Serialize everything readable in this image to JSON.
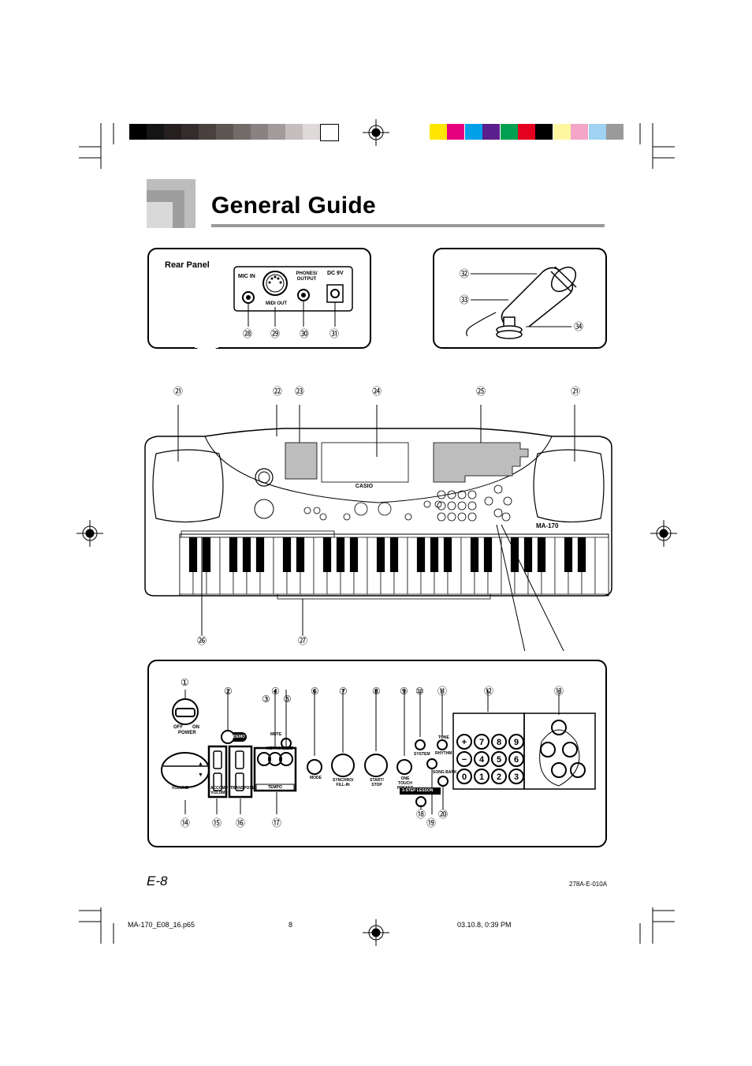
{
  "page": {
    "title": "General Guide",
    "page_number": "E-8",
    "doc_code": "278A-E-010A"
  },
  "footer": {
    "file": "MA-170_E08_16.p65",
    "sheet": "8",
    "timestamp": "03.10.8, 0:39 PM"
  },
  "color_bar": {
    "grays": [
      "#000000",
      "#141414",
      "#252020",
      "#342c2c",
      "#4a4040",
      "#5e5555",
      "#736a6a",
      "#8a8282",
      "#a29b9b",
      "#c4bebe",
      "#dedada",
      "#ffffff"
    ],
    "colors": [
      "#ffe600",
      "#e6007e",
      "#00a0e9",
      "#5a1f8c",
      "#00a050",
      "#e60020",
      "#000000",
      "#fff7a0",
      "#f3a6c8",
      "#9fd3f1",
      "#9a9a9a"
    ]
  },
  "rear_panel": {
    "heading": "Rear Panel",
    "mic_in": "MIC IN",
    "midi_out": "MIDI OUT",
    "phones_output": "PHONES/ OUTPUT",
    "dc": "DC 9V",
    "callouts": [
      "㉘",
      "㉙",
      "㉚",
      "㉛"
    ]
  },
  "mic_callouts": [
    "㉜",
    "㉝",
    "㉞"
  ],
  "keyboard_callouts": {
    "left_speaker": "㉑",
    "c22": "㉒",
    "c23": "㉓",
    "c24": "㉔",
    "c25": "㉕",
    "right_speaker": "㉑",
    "c26": "㉖",
    "c27": "㉗"
  },
  "keyboard_text": {
    "brand": "CASIO",
    "model": "MA-170"
  },
  "detail_callouts": {
    "top": [
      "①",
      "②",
      "③",
      "④",
      "⑤",
      "⑥",
      "⑦",
      "⑧",
      "⑨",
      "⑩",
      "⑪",
      "⑫",
      "⑬"
    ],
    "bottom": [
      "⑭",
      "⑮",
      "⑯",
      "⑰",
      "⑱",
      "⑲",
      "⑳"
    ]
  },
  "detail_labels": {
    "off": "OFF",
    "on": "ON",
    "power": "POWER",
    "metronome": "METRONOME",
    "volume": "VOLUME",
    "accomp_volume": "ACCOMP VOLUME",
    "transpose": "TRANSPOSE",
    "tempo": "TEMPO",
    "synchro_fill_in": "SYNCHRO/ FILL-IN",
    "start_stop": "START/ STOP",
    "one_touch_preset": "ONE TOUCH PRESET",
    "rhythm": "RHYTHM",
    "tone": "TONE",
    "song_bank": "SONG BANK",
    "step_lesson": "3-STEP LESSON",
    "demo": "DEMO",
    "mode": "MODE",
    "beat": "BEAT",
    "mute": "MUTE",
    "system": "SYSTEM"
  },
  "numpad": [
    "+",
    "7",
    "8",
    "9",
    "−",
    "4",
    "5",
    "6",
    "0",
    "1",
    "2",
    "3"
  ]
}
